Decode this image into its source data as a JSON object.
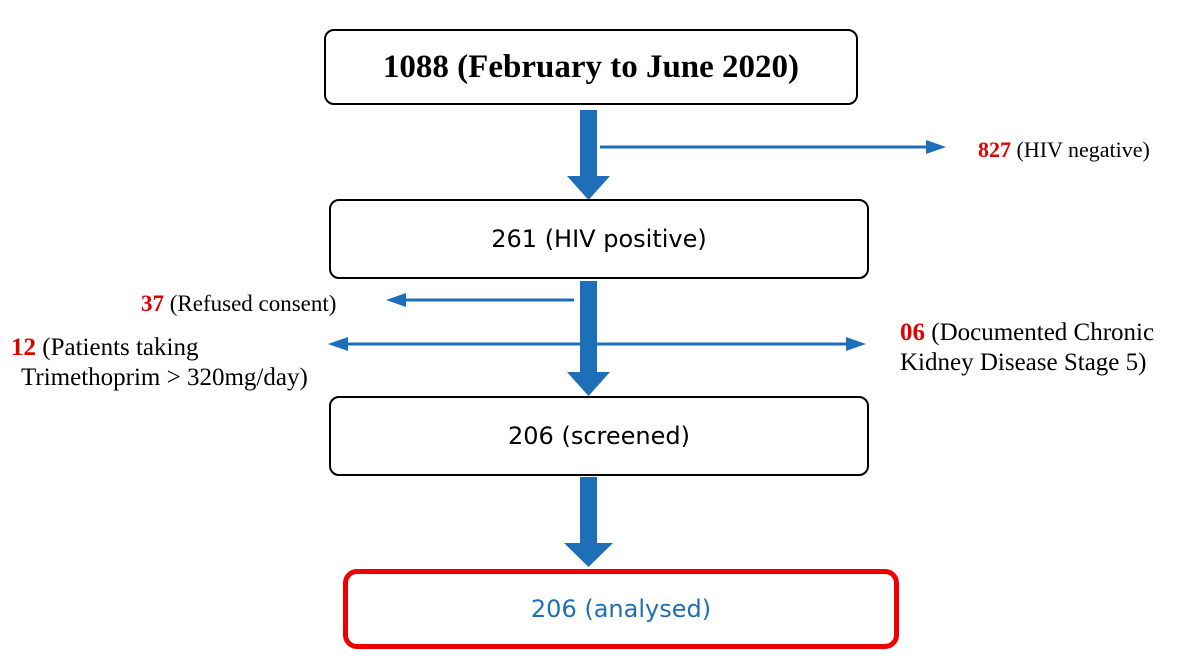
{
  "flow": {
    "top_box": "1088 (February to June 2020)",
    "hiv_positive_box": "261 (HIV positive)",
    "screened_box": "206 (screened)",
    "analysed_box": "206 (analysed)"
  },
  "exclusions": {
    "hiv_negative": {
      "count": "827",
      "text": "(HIV negative)"
    },
    "refused_consent": {
      "count": "37",
      "text": "(Refused consent)"
    },
    "trimethoprim": {
      "count": "12",
      "line1": "(Patients taking",
      "line2": "Trimethoprim > 320mg/day)"
    },
    "ckd": {
      "count": "06",
      "line1": "(Documented Chronic",
      "line2": "Kidney Disease Stage 5)"
    }
  },
  "colors": {
    "arrow": "#1f6fb8",
    "highlight_number": "#e00000",
    "analysed_border": "#ee0000",
    "analysed_text": "#1f6fb8"
  }
}
